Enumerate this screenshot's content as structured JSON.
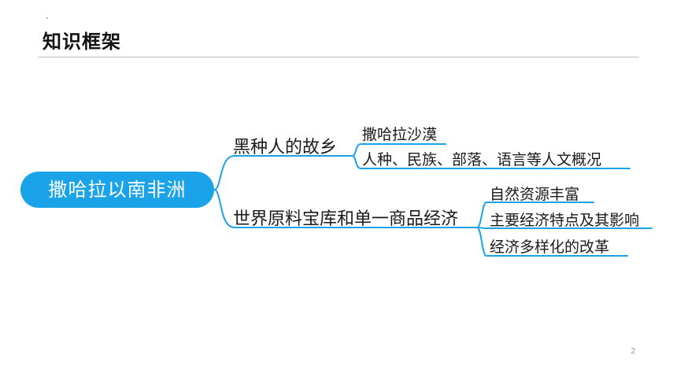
{
  "slide": {
    "title": "知识框架",
    "page_number": "2"
  },
  "mindmap": {
    "root": "撒哈拉以南非洲",
    "branches": [
      {
        "label": "黑种人的故乡",
        "children": [
          "撒哈拉沙漠",
          "人种、民族、部落、语言等人文概况"
        ]
      },
      {
        "label": "世界原料宝库和单一商品经济",
        "children": [
          "自然资源丰富",
          "主要经济特点及其影响",
          "经济多样化的改革"
        ]
      }
    ]
  },
  "colors": {
    "accent": "#1aa3e8",
    "title_text": "#111111"
  }
}
